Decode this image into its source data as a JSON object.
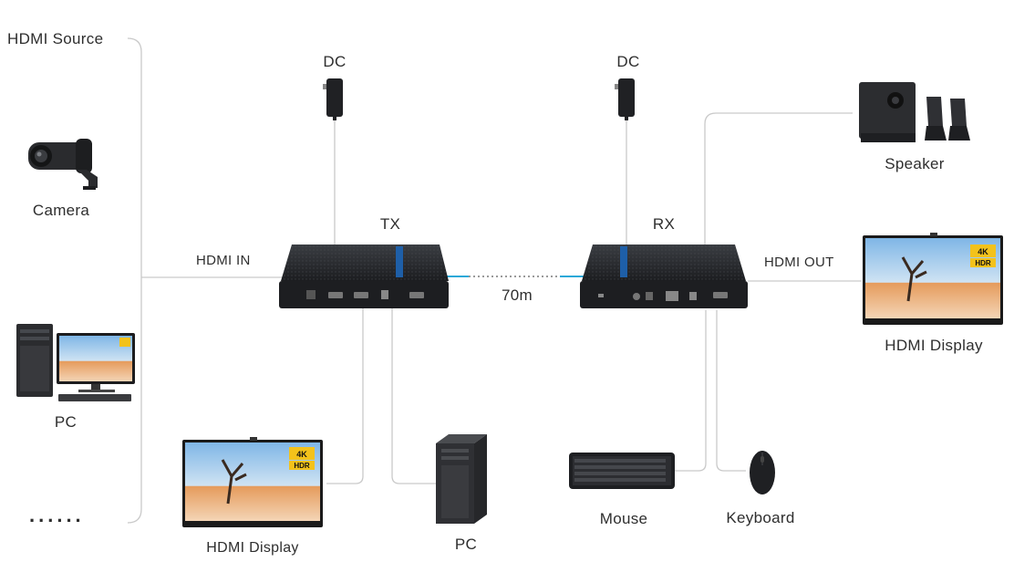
{
  "labels": {
    "hdmi_source": "HDMI Source",
    "camera": "Camera",
    "pc_left": "PC",
    "dots": "......",
    "hdmi_in": "HDMI IN",
    "dc_left": "DC",
    "tx": "TX",
    "distance": "70m",
    "dc_right": "DC",
    "rx": "RX",
    "hdmi_out": "HDMI OUT",
    "speaker": "Speaker",
    "hdmi_display_right": "HDMI Display",
    "hdmi_display_bottom": "HDMI Display",
    "pc_bottom": "PC",
    "mouse": "Mouse",
    "keyboard": "Keyboard"
  },
  "colors": {
    "line": "#c9c9c9",
    "cable_accent": "#29a8d8",
    "device_body": "#2a2c30",
    "badge_hdr": "#f3c21b"
  },
  "icons": [
    "camera-icon",
    "pc-tower-icon",
    "monitor-icon",
    "power-adapter-icon",
    "speaker-icon",
    "keyboard-icon",
    "mouse-icon"
  ]
}
